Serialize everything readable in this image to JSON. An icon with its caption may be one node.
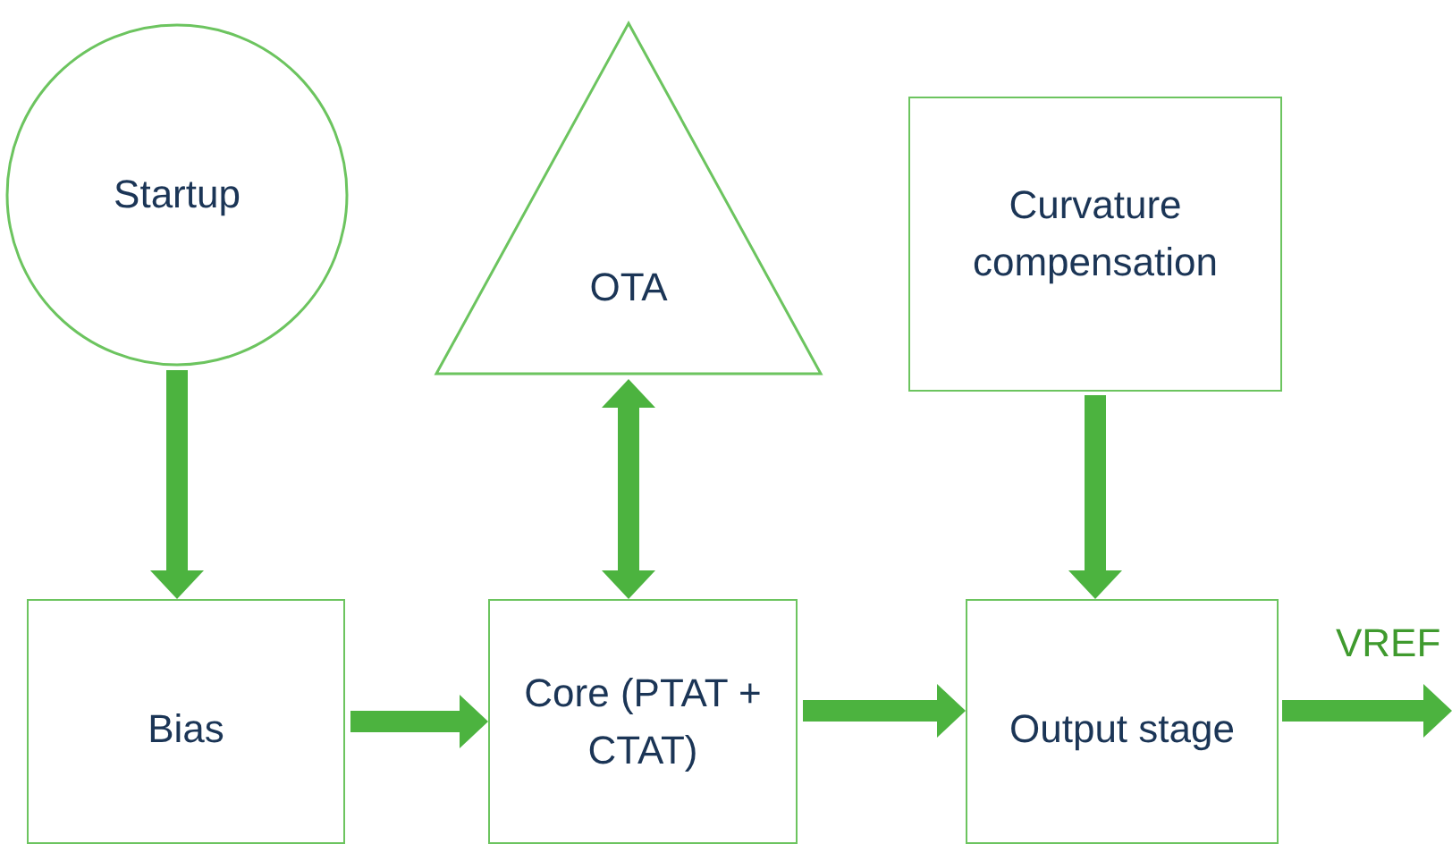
{
  "diagram": {
    "nodes": [
      {
        "text": [
          "Startup"
        ]
      },
      {
        "text": [
          "OTA"
        ]
      },
      {
        "text": [
          "Curvature compensation"
        ]
      },
      {
        "text": [
          "Bias"
        ]
      },
      {
        "text": [
          "Core (PTAT + CTAT)"
        ]
      },
      {
        "text": [
          "Output stage"
        ]
      }
    ],
    "edges": [
      {
        "from": 0,
        "to": 3,
        "arrow": "to"
      },
      {
        "from": 1,
        "to": 4,
        "arrow": "both"
      },
      {
        "from": 2,
        "to": 5,
        "arrow": "to"
      },
      {
        "from": 3,
        "to": 4,
        "arrow": "to"
      },
      {
        "from": 4,
        "to": 5,
        "arrow": "to"
      },
      {
        "from": 5,
        "to": null,
        "arrow": "to",
        "label": "VREF"
      }
    ]
  }
}
